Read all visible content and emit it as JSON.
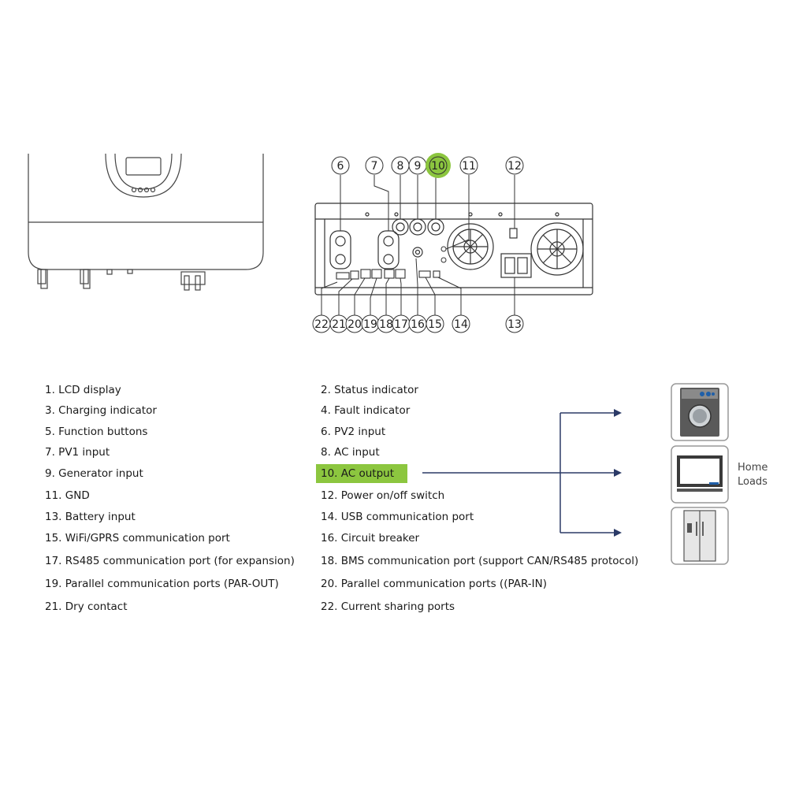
{
  "callouts": {
    "c6": "6",
    "c7": "7",
    "c8": "8",
    "c9": "9",
    "c10": "10",
    "c11": "11",
    "c12": "12",
    "c13": "13",
    "c14": "14",
    "c15": "15",
    "c16": "16",
    "c17": "17",
    "c18": "18",
    "c19": "19",
    "c20": "20",
    "c21": "21",
    "c22": "22"
  },
  "legend": {
    "l1": "1. LCD display",
    "l2": "2. Status indicator",
    "l3": "3. Charging indicator",
    "l4": "4. Fault indicator",
    "l5": "5. Function buttons",
    "l6": "6. PV2 input",
    "l7": "7. PV1 input",
    "l8": "8. AC input",
    "l9": "9. Generator input",
    "l10": "10. AC output",
    "l11": "11. GND",
    "l12": "12. Power on/off switch",
    "l13": "13. Battery input",
    "l14": "14. USB communication port",
    "l15": "15. WiFi/GPRS communication port",
    "l16": "16. Circuit breaker",
    "l17": "17. RS485 communication port (for expansion)",
    "l18": "18. BMS communication port (support CAN/RS485 protocol)",
    "l19": "19. Parallel communication ports (PAR-OUT)",
    "l20": "20. Parallel communication ports ((PAR-IN)",
    "l21": "21. Dry contact",
    "l22": "22. Current sharing ports"
  },
  "home_loads": {
    "line1": "Home",
    "line2": "Loads"
  },
  "colors": {
    "highlight": "#8cc63f",
    "arrow": "#2b3a67",
    "line": "#333333"
  },
  "icons": [
    "washing-machine-icon",
    "television-icon",
    "refrigerator-icon"
  ]
}
